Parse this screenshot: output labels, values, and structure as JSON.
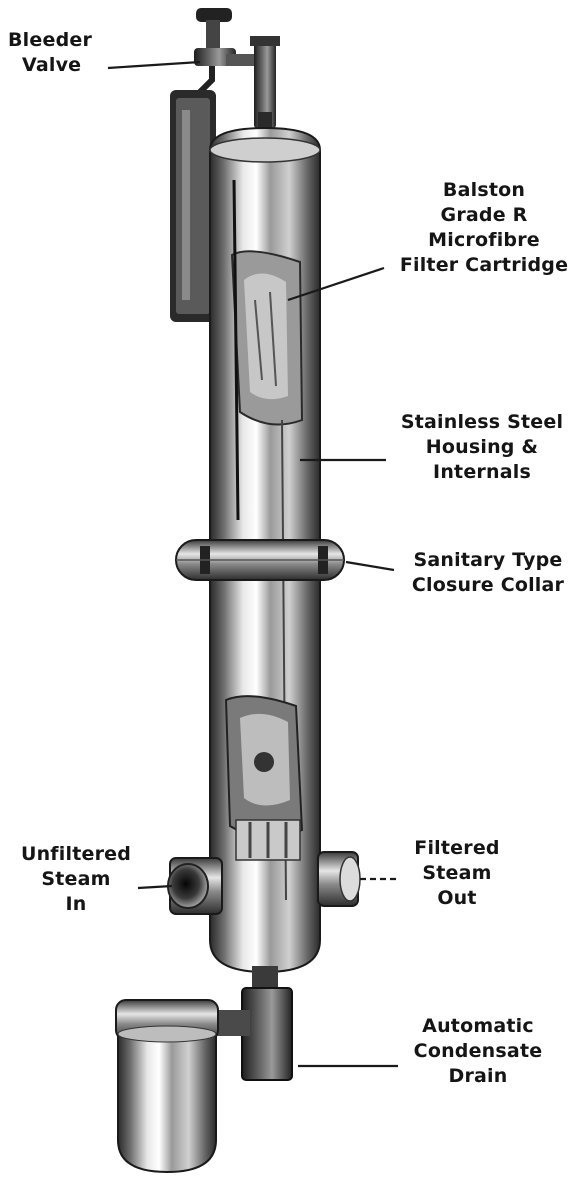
{
  "labels": {
    "bleeder_valve": [
      "Bleeder",
      "Valve"
    ],
    "filter_cartridge": [
      "Balston",
      "Grade R",
      "Microfibre",
      "Filter Cartridge"
    ],
    "housing": [
      "Stainless Steel",
      "Housing &",
      "Internals"
    ],
    "closure_collar": [
      "Sanitary Type",
      "Closure Collar"
    ],
    "unfiltered_steam": [
      "Unfiltered",
      "Steam",
      "In"
    ],
    "filtered_steam": [
      "Filtered",
      "Steam",
      "Out"
    ],
    "condensate_drain": [
      "Automatic",
      "Condensate",
      "Drain"
    ]
  },
  "colors": {
    "ink": "#151515",
    "steel_dark": "#2b2b2b",
    "steel_mid": "#8a8a8a",
    "steel_light": "#f2f2f2",
    "background": "#ffffff"
  }
}
